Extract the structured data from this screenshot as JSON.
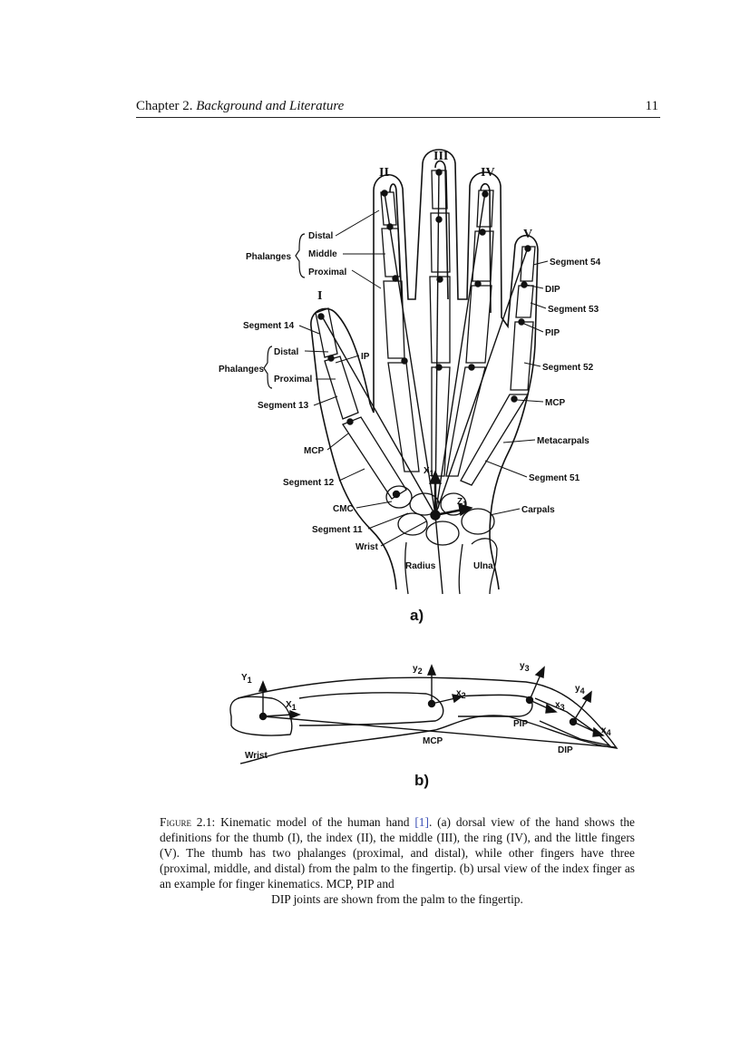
{
  "header": {
    "chapter_prefix": "Chapter 2.",
    "chapter_title": "Background and Literature",
    "page_number": "11"
  },
  "figure": {
    "panel_a": "a)",
    "panel_b": "b)",
    "fingers": {
      "I": "I",
      "II": "II",
      "III": "III",
      "IV": "IV",
      "V": "V"
    },
    "labels_a": {
      "distal": "Distal",
      "middle": "Middle",
      "proximal": "Proximal",
      "phalanges": "Phalanges",
      "segment_14": "Segment 14",
      "thumb_distal": "Distal",
      "thumb_proximal": "Proximal",
      "ip": "IP",
      "segment_13": "Segment 13",
      "mcp": "MCP",
      "segment_12": "Segment 12",
      "cmc": "CMC",
      "segment_11": "Segment 11",
      "wrist": "Wrist",
      "radius": "Radius",
      "ulna": "Ulna",
      "x1": "X",
      "z1": "Z",
      "sub1": "1",
      "segment_54": "Segment 54",
      "dip": "DIP",
      "segment_53": "Segment 53",
      "pip": "PIP",
      "segment_52": "Segment 52",
      "mcp_right": "MCP",
      "metacarpals": "Metacarpals",
      "segment_51": "Segment 51",
      "carpals": "Carpals"
    },
    "labels_b": {
      "y1": "Y",
      "x1": "X",
      "y2": "y",
      "x2": "x",
      "y3": "y",
      "x3": "x",
      "y4": "y",
      "x4": "x",
      "s1": "1",
      "s2": "2",
      "s3": "3",
      "s4": "4",
      "wrist": "Wrist",
      "mcp": "MCP",
      "pip": "PIP",
      "dip": "DIP"
    }
  },
  "caption": {
    "label": "Figure 2.1:",
    "text_before_ref": "Kinematic model of the human hand ",
    "ref": "[1]",
    "text_after_ref": ". (a) dorsal view of the hand shows the definitions for the thumb (I), the index (II), the middle (III), the ring (IV), and the little fingers (V). The thumb has two phalanges (proximal, and distal), while other fingers have three (proximal, middle, and distal) from the palm to the fingertip. (b) ursal view of the index finger as an example for finger kinematics. MCP, PIP and",
    "last_line": "DIP joints are shown from the palm to the fingertip."
  }
}
